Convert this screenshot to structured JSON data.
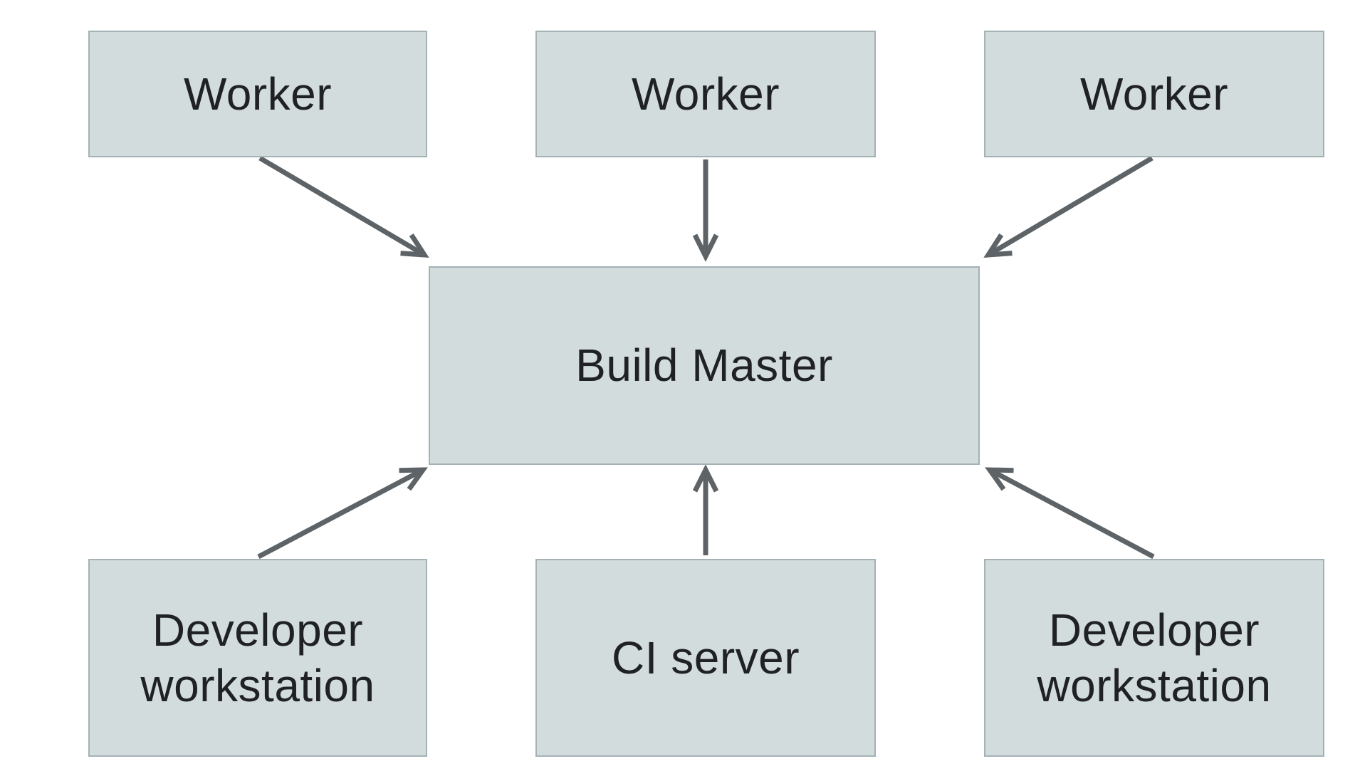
{
  "diagram": {
    "type": "architecture-flow",
    "nodes": [
      {
        "id": "worker-left",
        "label": "Worker"
      },
      {
        "id": "worker-center",
        "label": "Worker"
      },
      {
        "id": "worker-right",
        "label": "Worker"
      },
      {
        "id": "build-master",
        "label": "Build Master"
      },
      {
        "id": "dev-workstation-left",
        "label": "Developer workstation"
      },
      {
        "id": "ci-server",
        "label": "CI server"
      },
      {
        "id": "dev-workstation-right",
        "label": "Developer workstation"
      }
    ],
    "edges": [
      {
        "from": "worker-left",
        "to": "build-master"
      },
      {
        "from": "worker-center",
        "to": "build-master"
      },
      {
        "from": "worker-right",
        "to": "build-master"
      },
      {
        "from": "dev-workstation-left",
        "to": "build-master"
      },
      {
        "from": "ci-server",
        "to": "build-master"
      },
      {
        "from": "dev-workstation-right",
        "to": "build-master"
      }
    ]
  },
  "colors": {
    "box_fill": "#d2dcdd",
    "box_border": "#a4b2b5",
    "arrow_color": "#5d6366",
    "text_color": "#1f2124",
    "page_bg": "#ffffff"
  }
}
